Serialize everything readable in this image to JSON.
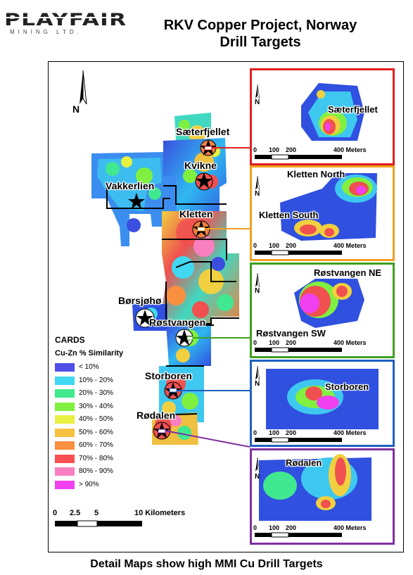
{
  "logo": {
    "main": "PLAYFAIR",
    "sub": "MINING LTD."
  },
  "title": {
    "line1": "RKV Copper Project, Norway",
    "line2": "Drill Targets"
  },
  "footer": "Detail Maps show high MMI Cu Drill Targets",
  "main_map": {
    "north_label": "N",
    "sites": [
      "Sæterfjellet",
      "Kvikne",
      "Vakkerlien",
      "Kletten",
      "Børsjøhø",
      "Røstvangen",
      "Storboren",
      "Rødalen"
    ],
    "scale": {
      "labels": [
        "0",
        "2.5",
        "5",
        "10 Kilometers"
      ]
    }
  },
  "legend": {
    "title": "CARDS",
    "subtitle": "Cu-Zn % Similarity",
    "items": [
      {
        "label": "< 10%",
        "color": "#5050e8"
      },
      {
        "label": "10% - 20%",
        "color": "#40d8f0"
      },
      {
        "label": "20% - 30%",
        "color": "#40e890"
      },
      {
        "label": "30% - 40%",
        "color": "#80f040"
      },
      {
        "label": "40% - 50%",
        "color": "#e8f040"
      },
      {
        "label": "50% - 60%",
        "color": "#f8c040"
      },
      {
        "label": "60% - 70%",
        "color": "#f89040"
      },
      {
        "label": "70% - 80%",
        "color": "#f85050"
      },
      {
        "label": "80% - 90%",
        "color": "#f880c0"
      },
      {
        "label": "> 90%",
        "color": "#f040f0"
      }
    ]
  },
  "insets": [
    {
      "labels": [
        "Sæterfjellet"
      ],
      "border": "#e02020",
      "scale": [
        "0",
        "100",
        "200",
        "400 Meters"
      ],
      "north": "N"
    },
    {
      "labels": [
        "Kletten North",
        "Kletten South"
      ],
      "border": "#f0a020",
      "scale": [
        "0",
        "100",
        "200",
        "400 Meters"
      ],
      "north": "N"
    },
    {
      "labels": [
        "Røstvangen NE",
        "Røstvangen SW"
      ],
      "border": "#40a020",
      "scale": [
        "0",
        "100",
        "200",
        "400 Meters"
      ],
      "north": "N"
    },
    {
      "labels": [
        "Storboren"
      ],
      "border": "#2060c0",
      "scale": [
        "0",
        "100",
        "200",
        "400 Meters"
      ],
      "north": "N"
    },
    {
      "labels": [
        "Rødalen"
      ],
      "border": "#8030a0",
      "scale": [
        "0",
        "100",
        "200",
        "400 Meters"
      ],
      "north": "N"
    }
  ]
}
